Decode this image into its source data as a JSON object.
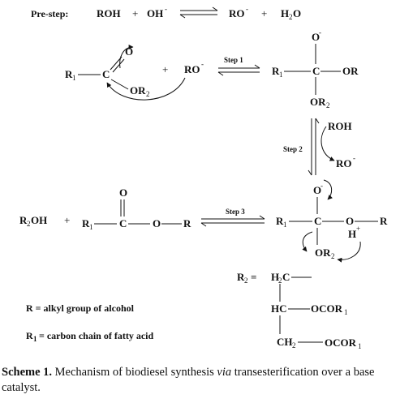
{
  "prestep": {
    "label": "Pre-step:",
    "roh": "ROH",
    "plus1": "+",
    "oh": "OH",
    "oh_charge": "-",
    "ro": "RO",
    "ro_charge": "-",
    "plus2": "+",
    "h2o_h": "H",
    "h2o_sub": "2",
    "h2o_o": "O"
  },
  "row1": {
    "r1": "R",
    "r1_sub": "1",
    "c": "C",
    "o": "O",
    "or2": "OR",
    "or2_sub": "2",
    "plus": "+",
    "ro": "RO",
    "ro_charge": "-",
    "step_label": "Step 1",
    "prod_r1": "R",
    "prod_r1_sub": "1",
    "prod_c": "C",
    "prod_or": "OR",
    "prod_o_top": "O",
    "prod_o_top_charge": "-",
    "prod_or2": "OR",
    "prod_or2_sub": "2"
  },
  "step2": {
    "label": "Step 2",
    "roh": "ROH",
    "ro": "RO",
    "ro_charge": "-"
  },
  "row3": {
    "r2oh_r": "R",
    "r2oh_sub": "2",
    "r2oh_oh": "OH",
    "plus": "+",
    "r1": "R",
    "r1_sub": "1",
    "c": "C",
    "o_top": "O",
    "o_mid": "O",
    "r": "R",
    "step_label": "Step 3",
    "int_r1": "R",
    "int_r1_sub": "1",
    "int_c": "C",
    "int_o_top": "O",
    "int_o_top_charge": "-",
    "int_o": "O",
    "int_h": "H",
    "int_h_charge": "+",
    "int_r": "R",
    "int_or2": "OR",
    "int_or2_sub": "2"
  },
  "r2_def": {
    "label": "R",
    "label_sub": "2",
    "eq": "=",
    "h2c_h": "H",
    "h2c_sub": "2",
    "h2c_c": "C",
    "hc": "HC",
    "ocor1_a": "OCOR",
    "ocor1_a_sub": "1",
    "ch2_c": "CH",
    "ch2_sub": "2",
    "ocor1_b": "OCOR",
    "ocor1_b_sub": "1"
  },
  "legend": {
    "r_def": "R = alkyl group of alcohol",
    "r1_def_a": "R",
    "r1_def_sub": "1",
    "r1_def_b": " = carbon chain of fatty acid"
  },
  "caption": {
    "label": "Scheme 1.",
    "text1": " Mechanism of biodiesel synthesis ",
    "italic": "via",
    "text2": " transesterification over a base catalyst."
  }
}
